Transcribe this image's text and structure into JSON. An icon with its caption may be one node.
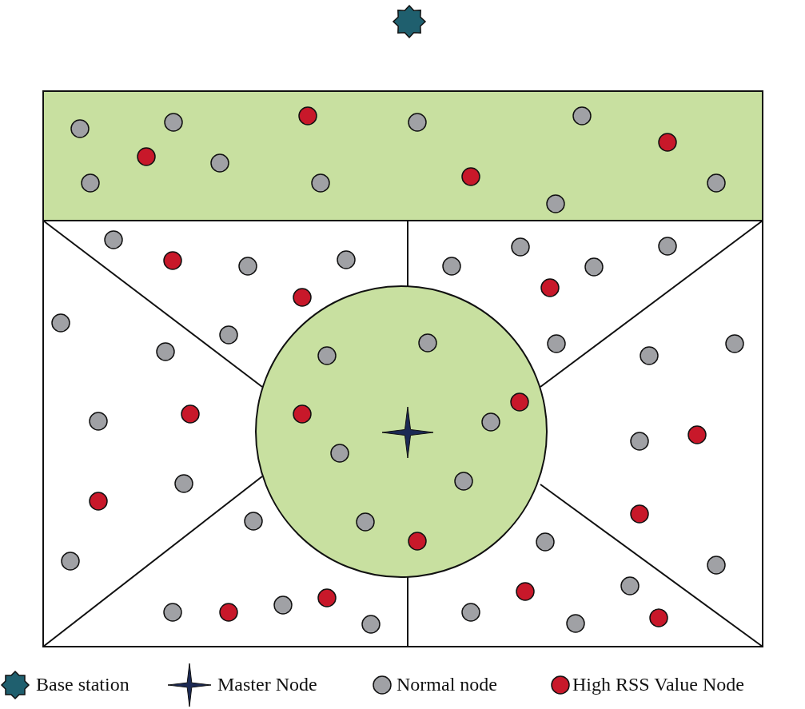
{
  "diagram": {
    "legend": [
      {
        "text": "Base station"
      },
      {
        "text": "Master Node"
      },
      {
        "text": "Normal node",
        "color": "#a0a1a5"
      },
      {
        "text": "High RSS Value Node",
        "color": "#c8182a"
      }
    ]
  }
}
